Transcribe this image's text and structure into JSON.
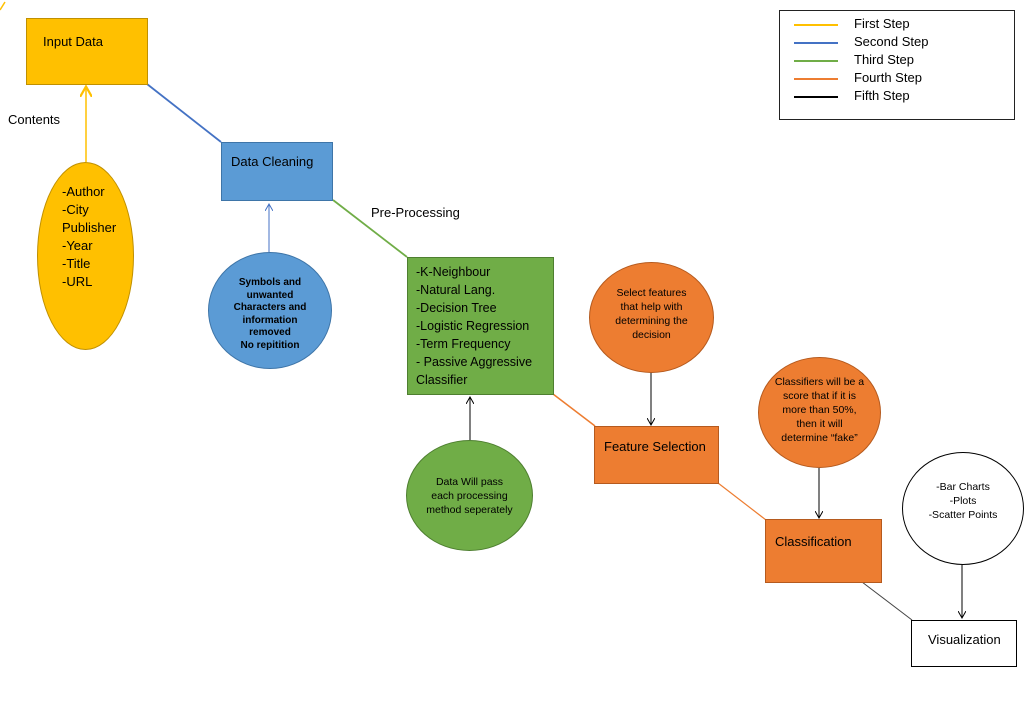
{
  "legend": {
    "items": [
      {
        "label": "First Step",
        "color": "#FFC000"
      },
      {
        "label": "Second Step",
        "color": "#4472C4"
      },
      {
        "label": "Third Step",
        "color": "#70AD47"
      },
      {
        "label": "Fourth Step",
        "color": "#ED7D31"
      },
      {
        "label": "Fifth Step",
        "color": "#000000"
      }
    ]
  },
  "colors": {
    "yellow": "#FFC000",
    "blue": "#5B9BD5",
    "green": "#70AD47",
    "orange": "#ED7D31",
    "white": "#FFFFFF"
  },
  "nodes": {
    "input_data": "Input Data",
    "contents_label": "Contents",
    "contents_items": [
      "-Author",
      "-City",
      "Publisher",
      "-Year",
      "-Title",
      "-URL"
    ],
    "data_cleaning": "Data Cleaning",
    "cleaning_note": [
      "Symbols and",
      "unwanted",
      "Characters and",
      "information",
      "removed",
      "No repitition"
    ],
    "pre_processing_label": "Pre-Processing",
    "methods": [
      "-K-Neighbour",
      "-Natural Lang.",
      "-Decision Tree",
      "-Logistic Regression",
      "-Term Frequency",
      "- Passive Aggressive",
      "Classifier"
    ],
    "methods_note": [
      "Data Will pass",
      "each processing",
      "method seperately"
    ],
    "feature_note": [
      "Select features",
      "that help with",
      "determining the",
      "decision"
    ],
    "feature_selection": "Feature Selection",
    "classifier_note": [
      "Classifiers will be a",
      "score that if it is",
      "more than 50%,",
      "then it will",
      "determine “fake”"
    ],
    "classification": "Classification",
    "viz_note": [
      "-Bar Charts",
      "-Plots",
      "-Scatter Points"
    ],
    "visualization": "Visualization"
  }
}
